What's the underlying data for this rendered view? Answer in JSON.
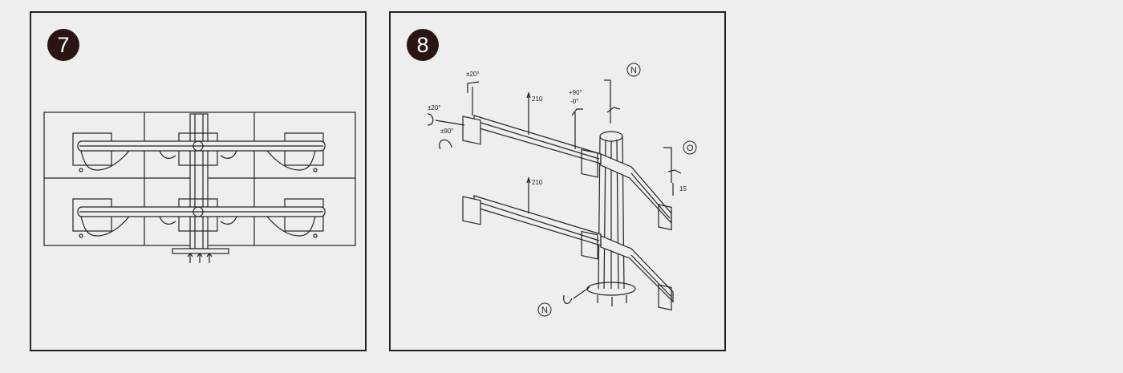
{
  "steps": {
    "seven": {
      "number": "7"
    },
    "eight": {
      "number": "8",
      "labels": {
        "tilt_top": "±20°",
        "tilt_side": "±20°",
        "rotate": "±90°",
        "swivel_upper": "+90°",
        "swivel_lower": "-0°",
        "height_upper": "210",
        "height_lower": "210",
        "pole_offset": "15",
        "key_n_top": "N",
        "key_o": "O",
        "key_n_bottom": "N"
      }
    }
  }
}
